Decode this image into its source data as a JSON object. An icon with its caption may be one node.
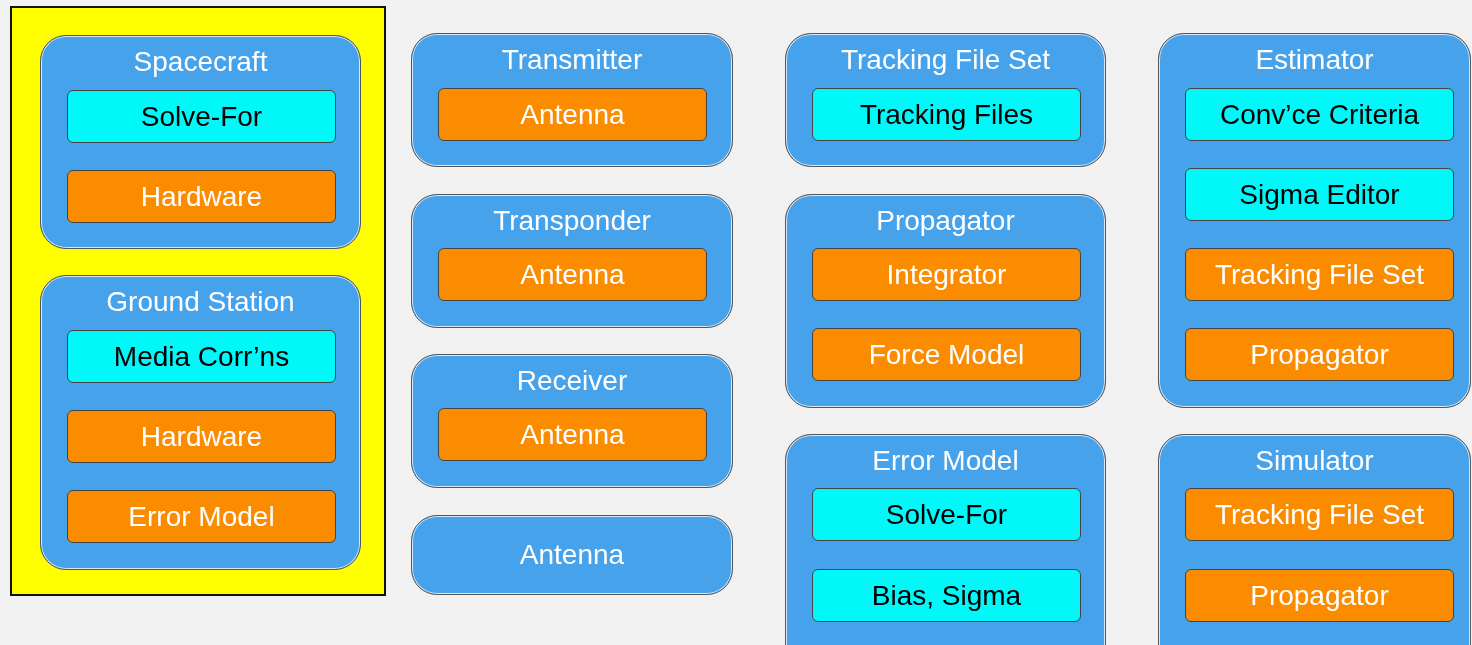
{
  "diagram": {
    "nodes": [
      {
        "text": [],
        "shape": "box"
      },
      {
        "text": [
          "Spacecraft"
        ],
        "in": 0
      },
      {
        "text": [
          "Solve-For"
        ],
        "in": 1
      },
      {
        "text": [
          "Hardware"
        ],
        "in": 1
      },
      {
        "text": [
          "Ground Station"
        ],
        "in": 0
      },
      {
        "text": [
          "Media Corr’ns"
        ],
        "in": 4
      },
      {
        "text": [
          "Hardware"
        ],
        "in": 4
      },
      {
        "text": [
          "Error Model"
        ],
        "in": 4
      },
      {
        "text": [
          "Transmitter"
        ]
      },
      {
        "text": [
          "Antenna"
        ],
        "in": 8
      },
      {
        "text": [
          "Transponder"
        ]
      },
      {
        "text": [
          "Antenna"
        ],
        "in": 10
      },
      {
        "text": [
          "Receiver"
        ]
      },
      {
        "text": [
          "Antenna"
        ],
        "in": 12
      },
      {
        "text": [
          "Antenna"
        ]
      },
      {
        "text": [
          "Tracking File Set"
        ]
      },
      {
        "text": [
          "Tracking Files"
        ],
        "in": 15
      },
      {
        "text": [
          "Propagator"
        ]
      },
      {
        "text": [
          "Integrator"
        ],
        "in": 17
      },
      {
        "text": [
          "Force Model"
        ],
        "in": 17
      },
      {
        "text": [
          "Error Model"
        ]
      },
      {
        "text": [
          "Solve-For"
        ],
        "in": 20
      },
      {
        "text": [
          "Bias, Sigma"
        ],
        "in": 20
      },
      {
        "text": [
          "Estimator"
        ]
      },
      {
        "text": [
          "Conv’ce Criteria"
        ],
        "in": 23
      },
      {
        "text": [
          "Sigma Editor"
        ],
        "in": 23
      },
      {
        "text": [
          "Tracking File Set"
        ],
        "in": 23
      },
      {
        "text": [
          "Propagator"
        ],
        "in": 23
      },
      {
        "text": [
          "Simulator"
        ]
      },
      {
        "text": [
          "Tracking File Set"
        ],
        "in": 28
      },
      {
        "text": [
          "Propagator"
        ],
        "in": 28
      }
    ]
  }
}
